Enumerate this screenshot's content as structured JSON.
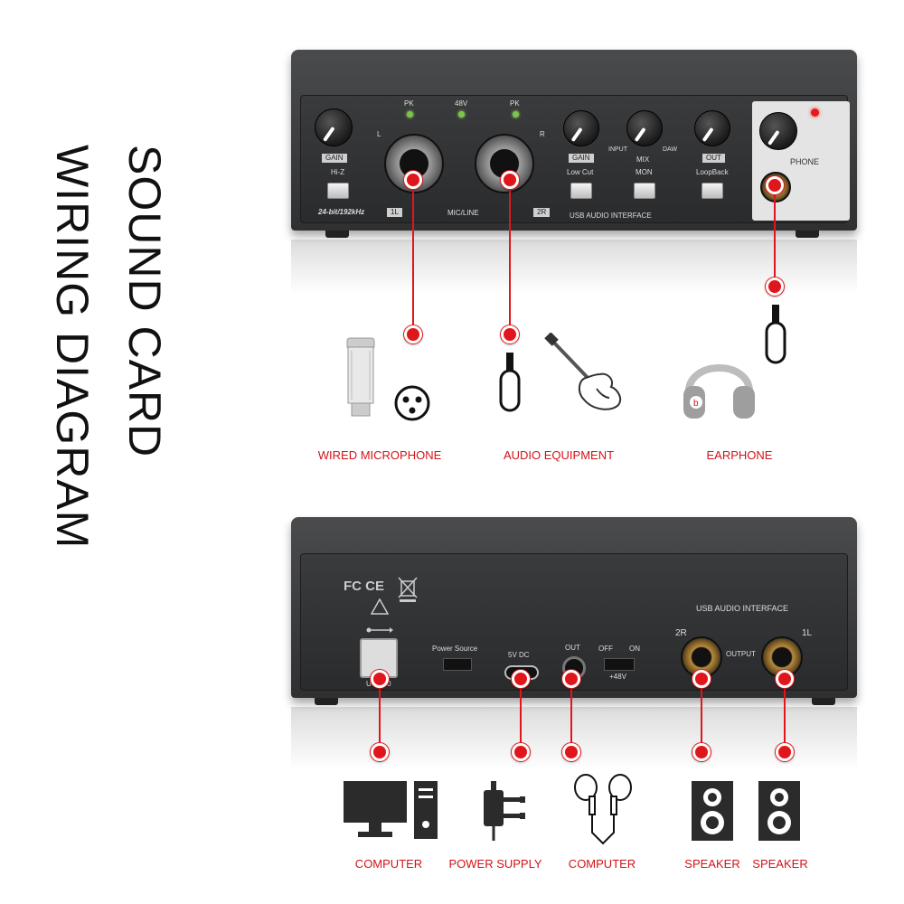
{
  "title": {
    "line1": "SOUND CARD",
    "line2": "WIRING DIAGRAM"
  },
  "front_panel": {
    "gain_left": "GAIN",
    "hiz": "Hi-Z",
    "pk_left": "PK",
    "v48": "48V",
    "pk_right": "PK",
    "l": "L",
    "r": "R",
    "one_l": "1L",
    "mic_line": "MIC/LINE",
    "two_r": "2R",
    "spec": "24-bit/192kHz",
    "gain_right": "GAIN",
    "low_cut": "Low Cut",
    "input": "INPUT",
    "mix": "MIX",
    "daw": "DAW",
    "mon": "MON",
    "out": "OUT",
    "loopback": "LoopBack",
    "usb_interface": "USB AUDIO INTERFACE",
    "phone": "PHONE"
  },
  "rear_panel": {
    "cert": "FC CE",
    "usb_interface": "USB AUDIO INTERFACE",
    "usb_label": "USB2.0",
    "power_source": "Power Source",
    "dc": "5V DC",
    "out": "OUT",
    "off": "OFF",
    "on": "ON",
    "v48": "+48V",
    "two_r": "2R",
    "one_l": "1L",
    "output": "OUTPUT"
  },
  "icons": {
    "microphone": "microphone-icon",
    "xlr": "xlr-connector-icon",
    "jack_plug": "jack-plug-icon",
    "guitar": "electric-guitar-icon",
    "headphones": "headphones-icon",
    "computer": "computer-icon",
    "power_adapter": "power-adapter-icon",
    "earbuds": "earbuds-icon",
    "speaker": "speaker-icon"
  },
  "captions": {
    "wired_microphone": "WIRED MICROPHONE",
    "audio_equipment": "AUDIO EQUIPMENT",
    "earphone": "EARPHONE",
    "computer_1": "COMPUTER",
    "power_supply": "POWER SUPPLY",
    "computer_2": "COMPUTER",
    "speaker_1": "SPEAKER",
    "speaker_2": "SPEAKER"
  },
  "colors": {
    "accent": "#e0161b",
    "device": "#3a3b3d"
  }
}
